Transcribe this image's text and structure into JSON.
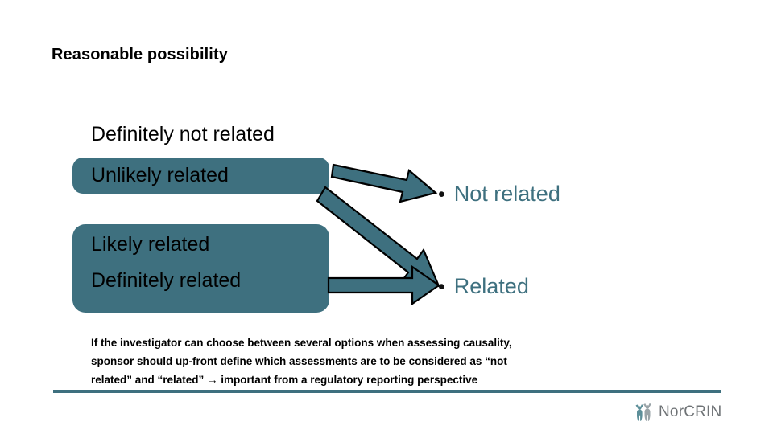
{
  "slide": {
    "title": "Reasonable possibility",
    "background_color": "#ffffff",
    "accent_color": "#3e707f"
  },
  "categories": {
    "not_related_group": [
      {
        "label": "Definitely not related",
        "boxed": false
      },
      {
        "label": "Unlikely related",
        "boxed": true
      }
    ],
    "related_group": [
      {
        "label": "Likely related",
        "boxed": true
      },
      {
        "label": "Definitely related",
        "boxed": true
      }
    ]
  },
  "outcomes": [
    {
      "bullet": "•",
      "label": "Not related"
    },
    {
      "bullet": "•",
      "label": "Related"
    }
  ],
  "arrows": [
    {
      "name": "unlikely-to-not-related",
      "from": "Unlikely related",
      "to": "Not related"
    },
    {
      "name": "unlikely-to-related",
      "from": "Unlikely related",
      "to": "Related"
    },
    {
      "name": "likely-definitely-to-related",
      "from": "Likely related / Definitely related",
      "to": "Related"
    }
  ],
  "footnote": {
    "line1": "If the investigator can choose between several options when assessing causality,",
    "line2": "sponsor should up-front define which assessments are to be considered as “not",
    "line3": "related” and “related” → important from a regulatory reporting perspective"
  },
  "logo": {
    "text": "NorCRIN",
    "mark": "two-figures-icon"
  }
}
